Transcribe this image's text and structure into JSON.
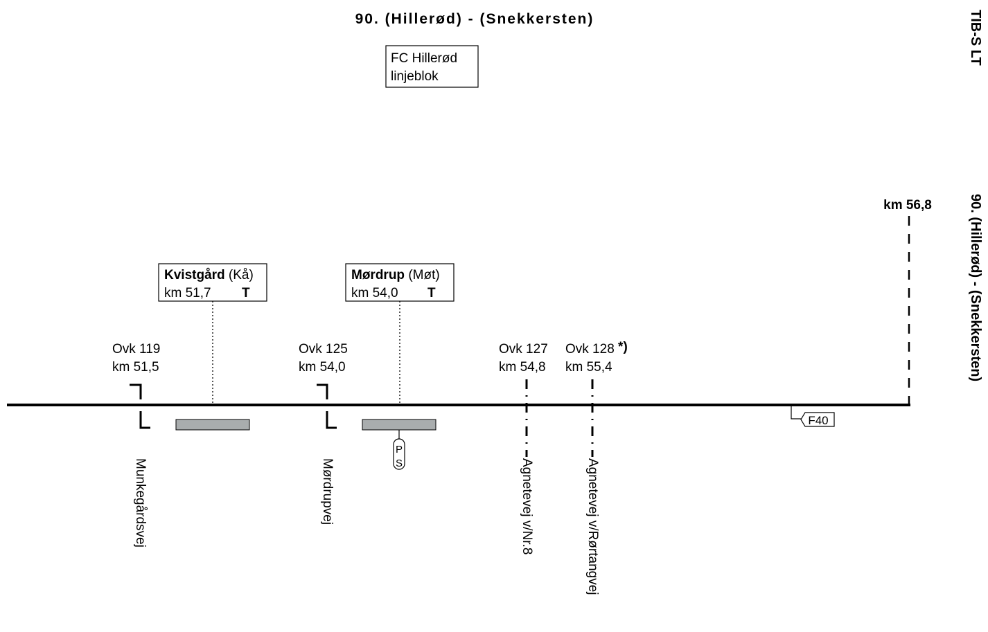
{
  "header": {
    "title": "90. (Hillerød) - (Snekkersten)",
    "side_code": "TIB-S LT",
    "side_title": "90. (Hillerød) - (Snekkersten)"
  },
  "fc_box": {
    "line1": "FC Hillerød",
    "line2": "linjeblok"
  },
  "end_marker": {
    "km": "km 56,8"
  },
  "stations": [
    {
      "name": "Kvistgård",
      "code": "(Kå)",
      "km": "km 51,7",
      "flag": "T"
    },
    {
      "name": "Mørdrup",
      "code": "(Møt)",
      "km": "km 54,0",
      "flag": "T"
    }
  ],
  "crossings": [
    {
      "ovk": "Ovk 119",
      "km": "km 51,5",
      "road": "Munkegårdsvej"
    },
    {
      "ovk": "Ovk 125",
      "km": "km 54,0",
      "road": "Mørdrupvej"
    },
    {
      "ovk": "Ovk 127",
      "km": "km 54,8",
      "road": "Agnetevej v/Nr.8"
    },
    {
      "ovk": "Ovk 128",
      "ovk_note": "*)",
      "km": "km 55,4",
      "road": "Agnetevej v/Rørtangvej"
    }
  ],
  "ps_marker": {
    "top": "P",
    "bottom": "S"
  },
  "f40_marker": {
    "label": "F40"
  }
}
